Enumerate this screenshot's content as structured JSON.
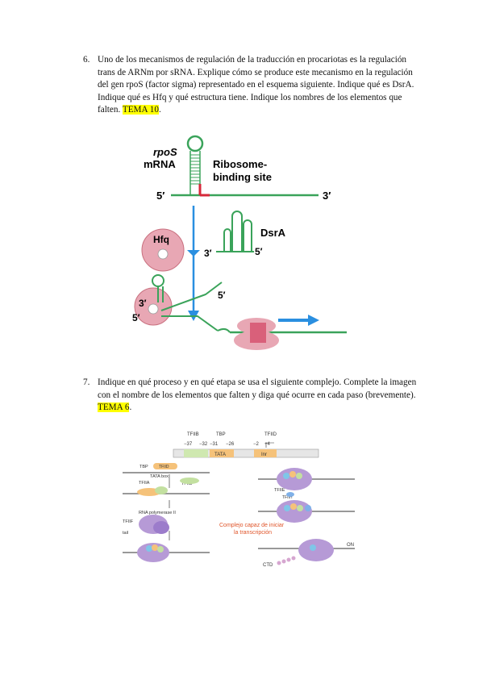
{
  "q6": {
    "number": "6.",
    "lines": [
      "Uno de los mecanismos de regulación de la traducción en procariotas es la regulación",
      "trans de ARNm por sRNA. Explique cómo se produce este mecanismo en la regulación",
      "del gen rpoS (factor sigma) representado en el esquema siguiente. Indique qué es DsrA.",
      "Indique qué es Hfq y qué estructura tiene. Indique los nombres de los elementos que",
      "falten."
    ],
    "tag": "TEMA 10",
    "tail": "."
  },
  "fig1": {
    "rpos": "rpoS",
    "mrna": "mRNA",
    "rbs1": "Ribosome-",
    "rbs2": "binding site",
    "five_a": "5′",
    "three_a": "3′",
    "hfq": "Hfq",
    "three_b": "3′",
    "dsra": "DsrA",
    "five_b": "5′",
    "three_c": "3′",
    "five_c": "5′",
    "five_d": "5′",
    "colors": {
      "green": "#3aa35a",
      "red": "#d6283a",
      "blue": "#2a8fe0",
      "pink": "#e8a7b4",
      "ribo": "#d9607a"
    }
  },
  "q7": {
    "number": "7.",
    "lines": [
      "Indique en qué proceso y en qué etapa se usa el siguiente complejo. Complete la imagen",
      "con el nombre de los elementos que falten y diga qué ocurre en cada paso (brevemente)."
    ],
    "tag": "TEMA 6",
    "tail": "."
  },
  "fig2": {
    "tfiib": "TFIIB",
    "tbp_top": "TBP",
    "tfiid_top": "TFIID",
    "m37": "−37",
    "m32": "−32",
    "m31": "−31",
    "m26": "−26",
    "m2": "−2",
    "p4": "+4",
    "tata": "TATA",
    "inr": "Inr",
    "tbp": "TBP",
    "tfiid": "TFIID",
    "tatabox": "TATA box",
    "tfiia": "TFIIA",
    "tfiib2": "TFIIB",
    "rnapol": "RNA polymerase II",
    "tfiif": "TFIIF",
    "tail": "tail",
    "tfiie": "TFIIE",
    "tfiih": "TFIIH",
    "complex1": "Complejo capaz de iniciar",
    "complex2": "la transcripción",
    "on": "ON",
    "ctd": "CTD"
  }
}
